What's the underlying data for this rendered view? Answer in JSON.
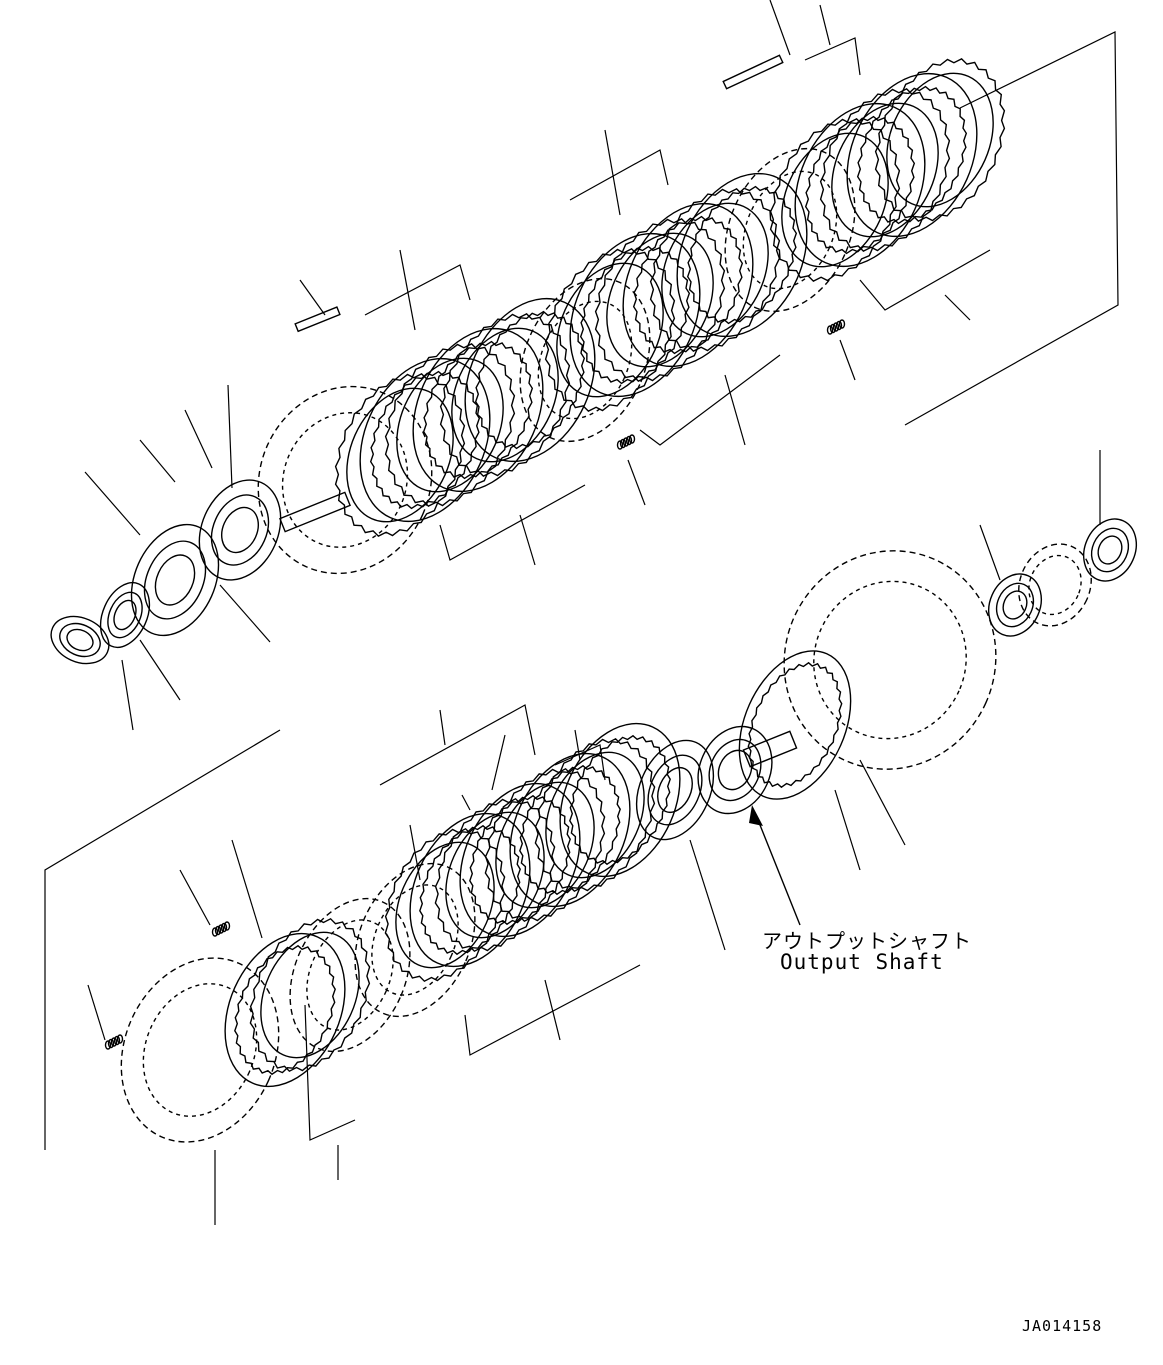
{
  "callout": {
    "label_jp": "アウトプットシャフト",
    "label_en": "Output Shaft"
  },
  "drawing_code": "JA014158",
  "colors": {
    "ink": "#000000",
    "paper": "#ffffff"
  }
}
